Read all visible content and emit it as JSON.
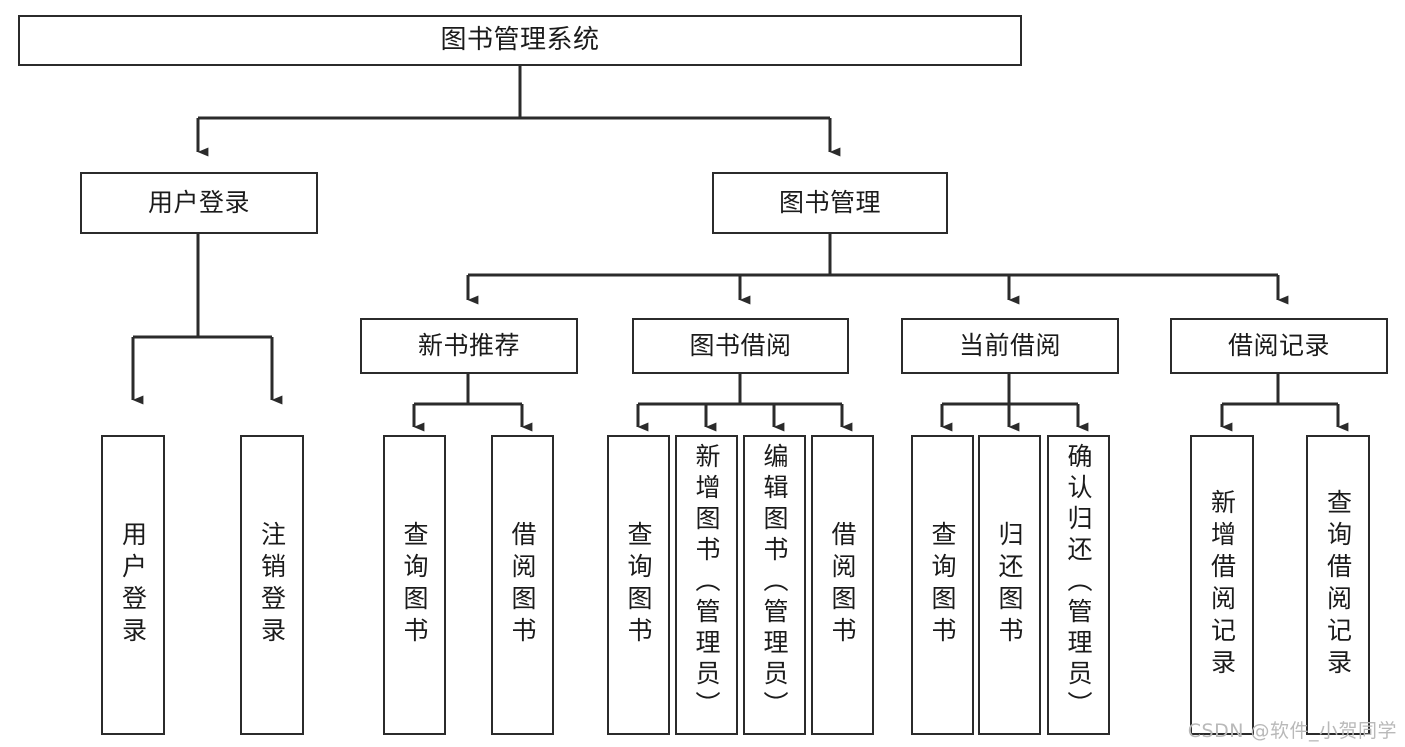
{
  "diagram": {
    "title": "图书管理系统",
    "type": "tree-hierarchy",
    "watermark": "CSDN @软件_小贺同学",
    "colors": {
      "stroke": "#2b2b2b",
      "fill": "#ffffff",
      "text": "#1b1b1b",
      "watermark": "#b9b9b9"
    },
    "nodes": {
      "root": {
        "label": "图书管理系统"
      },
      "level1": [
        {
          "id": "user-login",
          "label": "用户登录"
        },
        {
          "id": "book-manage",
          "label": "图书管理"
        }
      ],
      "level2": [
        {
          "id": "new-book-recommend",
          "label": "新书推荐"
        },
        {
          "id": "book-borrow",
          "label": "图书借阅"
        },
        {
          "id": "current-borrow",
          "label": "当前借阅"
        },
        {
          "id": "borrow-record",
          "label": "借阅记录"
        }
      ],
      "leaves": {
        "user_login": [
          {
            "id": "leaf-user-login",
            "label": "用户登录"
          },
          {
            "id": "leaf-logout",
            "label": "注销登录"
          }
        ],
        "new_book_recommend": [
          {
            "id": "leaf-query-book-1",
            "label": "查询图书"
          },
          {
            "id": "leaf-borrow-book-1",
            "label": "借阅图书"
          }
        ],
        "book_borrow": [
          {
            "id": "leaf-query-book-2",
            "label": "查询图书"
          },
          {
            "id": "leaf-add-book",
            "label": "新增图书（管理员）"
          },
          {
            "id": "leaf-edit-book",
            "label": "编辑图书（管理员）"
          },
          {
            "id": "leaf-borrow-book-2",
            "label": "借阅图书"
          }
        ],
        "current_borrow": [
          {
            "id": "leaf-query-book-3",
            "label": "查询图书"
          },
          {
            "id": "leaf-return-book",
            "label": "归还图书"
          },
          {
            "id": "leaf-confirm-return",
            "label": "确认归还（管理员）"
          }
        ],
        "borrow_record": [
          {
            "id": "leaf-add-record",
            "label": "新增借阅记录"
          },
          {
            "id": "leaf-query-record",
            "label": "查询借阅记录"
          }
        ]
      }
    }
  }
}
